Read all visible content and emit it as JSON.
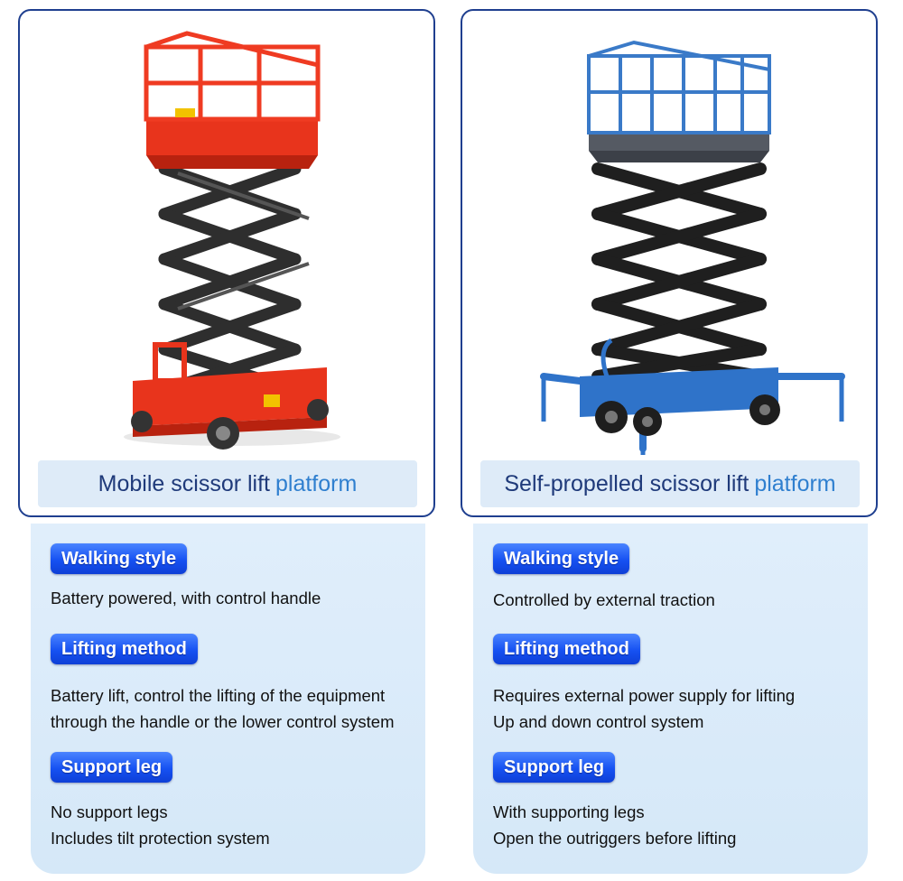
{
  "colors": {
    "card_border": "#1f3f8f",
    "caption_bg": "#deebf8",
    "caption_text": "#1f3a7a",
    "caption_highlight": "#2f7fcf",
    "info_bg": "#dcecfa",
    "pill_blue": "#1651f2",
    "lift_red": "#e8341c",
    "lift_blue": "#3a7ac8"
  },
  "products": [
    {
      "image": "red-mobile-scissor-lift-illustration",
      "title_main": "Mobile scissor lift",
      "title_highlight": "platform",
      "sections": [
        {
          "label": "Walking style",
          "lines": [
            "Battery powered, with control handle"
          ]
        },
        {
          "label": "Lifting method",
          "lines": [
            "Battery lift, control the lifting of the equipment",
            "through the handle or the lower control system"
          ]
        },
        {
          "label": "Support leg",
          "lines": [
            "No support legs",
            "Includes tilt protection system"
          ]
        }
      ]
    },
    {
      "image": "blue-self-propelled-scissor-lift-illustration",
      "title_main": "Self-propelled scissor lift",
      "title_highlight": "platform",
      "sections": [
        {
          "label": "Walking style",
          "lines": [
            "Controlled by external traction"
          ]
        },
        {
          "label": "Lifting method",
          "lines": [
            "Requires external power supply for lifting",
            "Up and down control system"
          ]
        },
        {
          "label": "Support leg",
          "lines": [
            "With supporting legs",
            "Open the outriggers before lifting"
          ]
        }
      ]
    }
  ]
}
